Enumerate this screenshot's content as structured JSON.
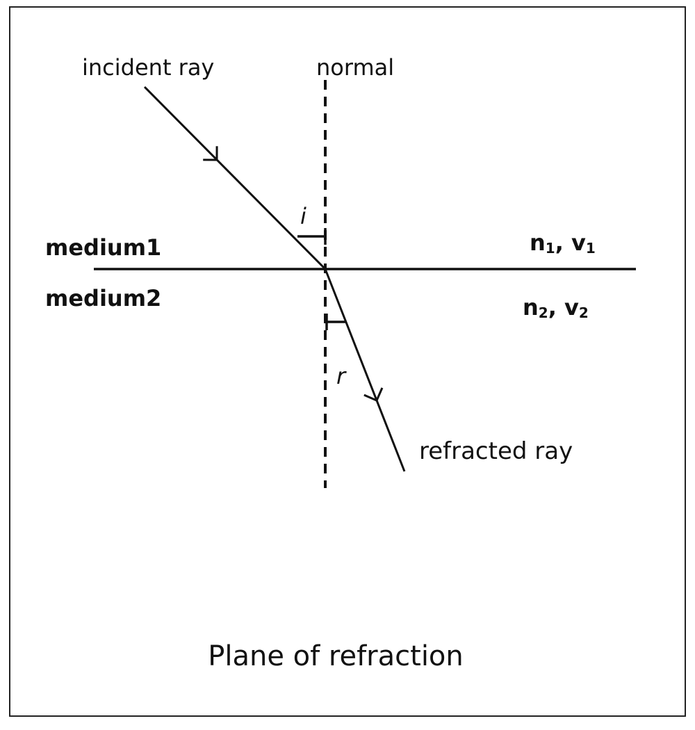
{
  "labels": {
    "incident_ray": "incident ray",
    "normal": "normal",
    "medium1": "medium1",
    "medium2": "medium2",
    "n1v1": {
      "n": "n",
      "n_sub": "1",
      "sep": ", ",
      "v": "v",
      "v_sub": "1"
    },
    "n2v2": {
      "n": "n",
      "n_sub": "2",
      "sep": ", ",
      "v": "v",
      "v_sub": "2"
    },
    "angle_incidence": "i",
    "angle_refraction": "r",
    "refracted_ray": "refracted ray",
    "caption": "Plane of refraction"
  },
  "colors": {
    "ink": "#111111",
    "background": "#ffffff"
  }
}
